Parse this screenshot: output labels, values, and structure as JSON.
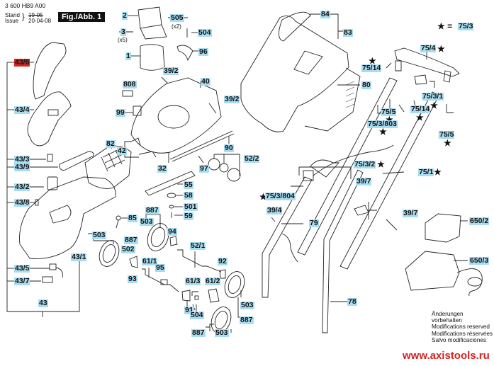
{
  "header": {
    "doc_number": "3 600 HB9 A00",
    "stand_label": "Stand",
    "issue_label": "Issue",
    "old_date": "19-05",
    "date": "20-04-08",
    "figure_label": "Fig./Abb. 1"
  },
  "legend": {
    "star_note_symbol": "★ =",
    "star_note_ref": "75/3"
  },
  "parts": [
    {
      "id": "p43_6",
      "ref": "43/6",
      "highlighted": true
    },
    {
      "id": "p43_4",
      "ref": "43/4"
    },
    {
      "id": "p43_3",
      "ref": "43/3"
    },
    {
      "id": "p43_9",
      "ref": "43/9"
    },
    {
      "id": "p43_2",
      "ref": "43/2"
    },
    {
      "id": "p43_8",
      "ref": "43/8"
    },
    {
      "id": "p43_5",
      "ref": "43/5"
    },
    {
      "id": "p43_7",
      "ref": "43/7"
    },
    {
      "id": "p43",
      "ref": "43"
    },
    {
      "id": "p43_1",
      "ref": "43/1"
    },
    {
      "id": "p2",
      "ref": "2"
    },
    {
      "id": "p505",
      "ref": "505"
    },
    {
      "id": "p3",
      "ref": "3"
    },
    {
      "id": "p504a",
      "ref": "504"
    },
    {
      "id": "p1",
      "ref": "1"
    },
    {
      "id": "p96",
      "ref": "96"
    },
    {
      "id": "p39_2a",
      "ref": "39/2"
    },
    {
      "id": "p40",
      "ref": "40"
    },
    {
      "id": "p39_2b",
      "ref": "39/2"
    },
    {
      "id": "p808",
      "ref": "808"
    },
    {
      "id": "p99",
      "ref": "99"
    },
    {
      "id": "p82",
      "ref": "82"
    },
    {
      "id": "p42",
      "ref": "42"
    },
    {
      "id": "p90",
      "ref": "90"
    },
    {
      "id": "p32",
      "ref": "32"
    },
    {
      "id": "p97",
      "ref": "97"
    },
    {
      "id": "p52_2",
      "ref": "52/2"
    },
    {
      "id": "p55",
      "ref": "55"
    },
    {
      "id": "p58",
      "ref": "58"
    },
    {
      "id": "p501",
      "ref": "501"
    },
    {
      "id": "p59",
      "ref": "59"
    },
    {
      "id": "p85",
      "ref": "85"
    },
    {
      "id": "p887a",
      "ref": "887"
    },
    {
      "id": "p503a",
      "ref": "503"
    },
    {
      "id": "p94",
      "ref": "94"
    },
    {
      "id": "p503b",
      "ref": "503"
    },
    {
      "id": "p887b",
      "ref": "887"
    },
    {
      "id": "p502",
      "ref": "502"
    },
    {
      "id": "p93",
      "ref": "93"
    },
    {
      "id": "p61_1",
      "ref": "61/1"
    },
    {
      "id": "p95",
      "ref": "95"
    },
    {
      "id": "p52_1",
      "ref": "52/1"
    },
    {
      "id": "p92",
      "ref": "92"
    },
    {
      "id": "p61_3",
      "ref": "61/3"
    },
    {
      "id": "p61_2",
      "ref": "61/2"
    },
    {
      "id": "p91",
      "ref": "91"
    },
    {
      "id": "p504b",
      "ref": "504"
    },
    {
      "id": "p503c",
      "ref": "503"
    },
    {
      "id": "p887c",
      "ref": "887"
    },
    {
      "id": "p887d",
      "ref": "887"
    },
    {
      "id": "p503d",
      "ref": "503"
    },
    {
      "id": "p84",
      "ref": "84"
    },
    {
      "id": "p83",
      "ref": "83"
    },
    {
      "id": "p80",
      "ref": "80"
    },
    {
      "id": "p75_4",
      "ref": "75/4"
    },
    {
      "id": "p75_14a",
      "ref": "75/14"
    },
    {
      "id": "p75_3_1",
      "ref": "75/3/1"
    },
    {
      "id": "p75_5a",
      "ref": "75/5"
    },
    {
      "id": "p75_14b",
      "ref": "75/14"
    },
    {
      "id": "p75_3_803",
      "ref": "75/3/803"
    },
    {
      "id": "p75_5b",
      "ref": "75/5"
    },
    {
      "id": "p75_3_2",
      "ref": "75/3/2"
    },
    {
      "id": "p75_1",
      "ref": "75/1"
    },
    {
      "id": "p39_7a",
      "ref": "39/7"
    },
    {
      "id": "p75_3_804",
      "ref": "75/3/804"
    },
    {
      "id": "p39_4",
      "ref": "39/4"
    },
    {
      "id": "p79",
      "ref": "79"
    },
    {
      "id": "p39_7b",
      "ref": "39/7"
    },
    {
      "id": "p78",
      "ref": "78"
    },
    {
      "id": "p650_2",
      "ref": "650/2"
    },
    {
      "id": "p650_3",
      "ref": "650/3"
    }
  ],
  "quantities": {
    "q505": "(x2)",
    "q3": "(x5)"
  },
  "footer": {
    "notes": [
      "Änderungen vorbehalten",
      "Modifications reserved",
      "Modifications réservées",
      "Salvo modificaciones"
    ],
    "url": "www.axistools.ru"
  },
  "colors": {
    "label_bg": "#a8dcf0",
    "highlight_bg": "#d9261c",
    "url_color": "#d8231f"
  }
}
